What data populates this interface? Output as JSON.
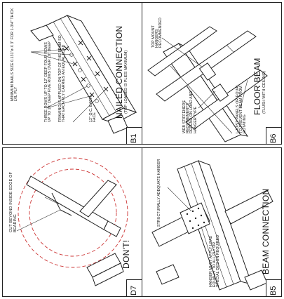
{
  "sheet": {
    "panels": [
      {
        "id": "B1",
        "title": "NAILED CONNECTION",
        "subtitle": "(TOP LOADED I3 PLIES MAXIMUM)",
        "notes": [
          "MINIMUM NAILS SIZE 0.131\"ø X 3\" FOR 1-3/4\" THICK LVL PLY",
          "THREE ROWS UP TO 12\" DEEP FOUR ROWS UP TO 18\" DEEP FIVE ROWS OVER 18\" DEEP",
          "FRAMING IS APPLIED ON TOP OF THE BEAM SO THAT EACH PLY CARRIES AN EQUAL LOAD",
          "12\" O.C. EACH FACE"
        ]
      },
      {
        "id": "B6",
        "title": "FLOOR BEAM",
        "subtitle": "(FLUSH WITH CEILING)",
        "notes": [
          "TOP MOUNT HANGERS RECOMMENDED",
          "WEB STIFFENERS REQUIREMENTS DEPEND ON LOAD AND HANGER TYPE",
          "I-JOIST PANELS OR EQUAL TO PREVENT BEAM FROM ROTATING"
        ]
      },
      {
        "id": "D7",
        "title": "DON'T!",
        "subtitle": "",
        "notes": [
          "CUT BEYOND INSIDE EDGE OF BEARING"
        ]
      },
      {
        "id": "B5",
        "title": "BEAM CONNECTION",
        "subtitle": "",
        "notes": [
          "STRUCTURALLY ADEQUATE HANGER",
          "HANGER MUST APPLY LOAD EQUALLY TO ALL PLY OR SPECIAL DESIGN REQUIRED"
        ]
      }
    ]
  }
}
